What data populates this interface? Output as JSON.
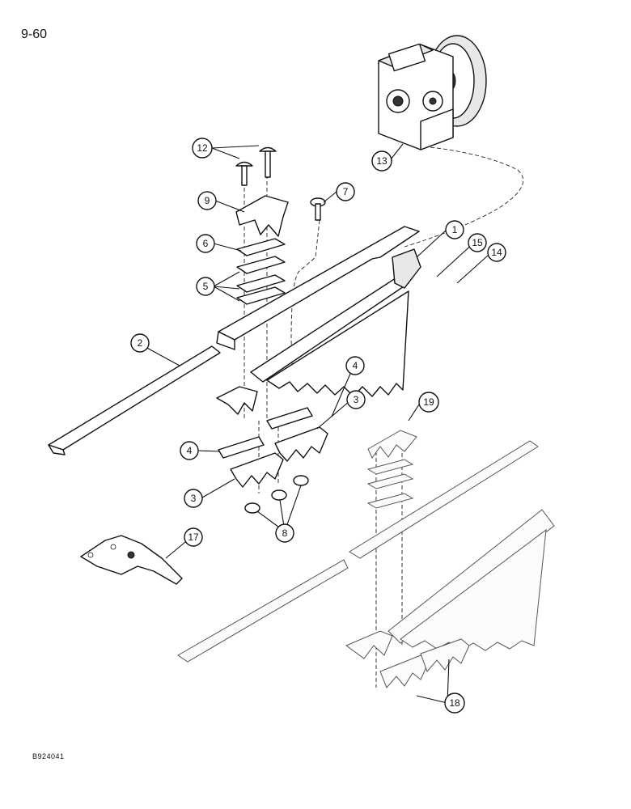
{
  "page_number": "9-60",
  "figure_code": "B924041",
  "callouts": [
    {
      "id": "c1",
      "label": "1"
    },
    {
      "id": "c2",
      "label": "2"
    },
    {
      "id": "c3a",
      "label": "3"
    },
    {
      "id": "c3b",
      "label": "3"
    },
    {
      "id": "c4a",
      "label": "4"
    },
    {
      "id": "c4b",
      "label": "4"
    },
    {
      "id": "c5",
      "label": "5"
    },
    {
      "id": "c6",
      "label": "6"
    },
    {
      "id": "c7",
      "label": "7"
    },
    {
      "id": "c8",
      "label": "8"
    },
    {
      "id": "c9",
      "label": "9"
    },
    {
      "id": "c12",
      "label": "12"
    },
    {
      "id": "c13",
      "label": "13"
    },
    {
      "id": "c14",
      "label": "14"
    },
    {
      "id": "c15",
      "label": "15"
    },
    {
      "id": "c17",
      "label": "17"
    },
    {
      "id": "c18",
      "label": "18"
    },
    {
      "id": "c19",
      "label": "19"
    }
  ]
}
